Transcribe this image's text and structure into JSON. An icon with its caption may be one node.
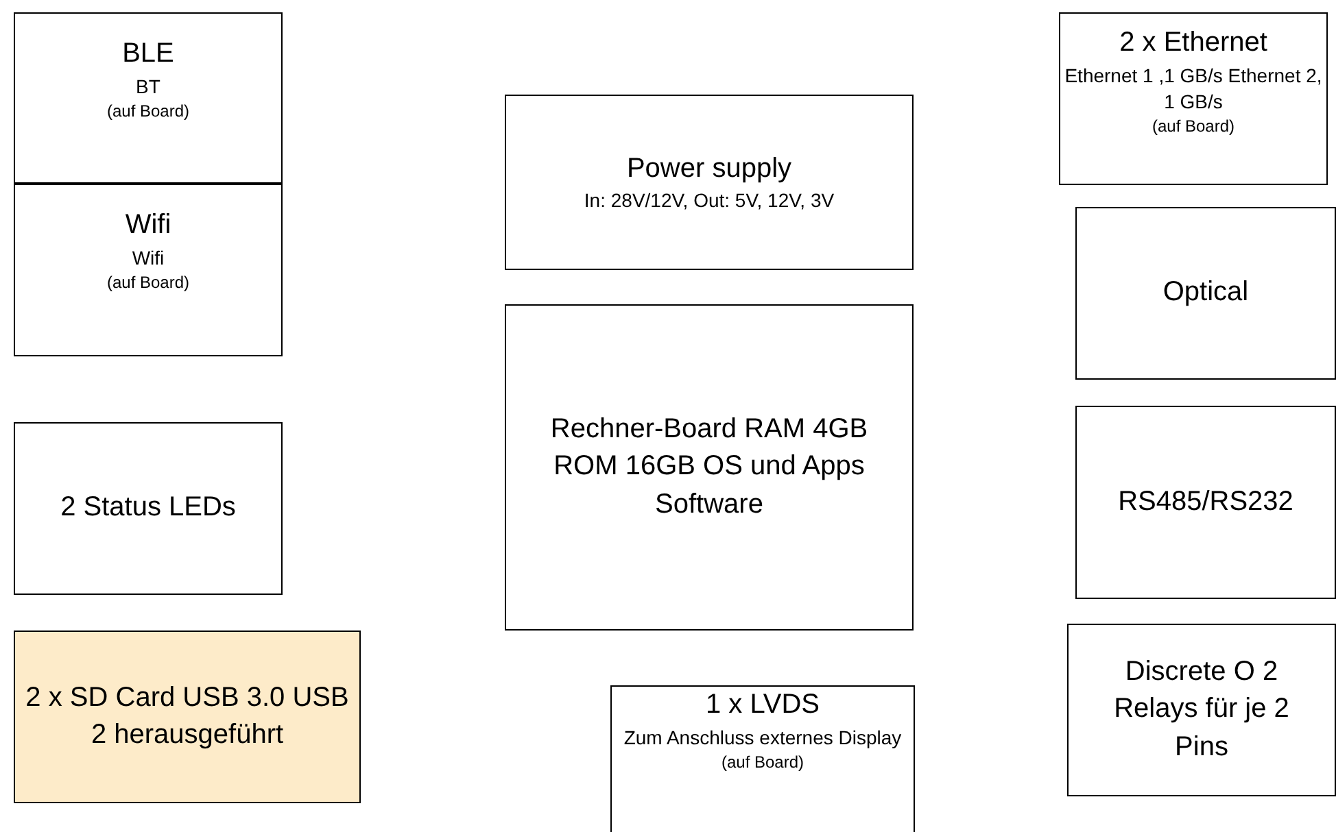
{
  "diagram": {
    "nodes": [
      {
        "text": [
          "BLE",
          "BT",
          "(auf Board)"
        ]
      },
      {
        "text": [
          "Wifi",
          "Wifi",
          "(auf Board)"
        ]
      },
      {
        "text": [
          "2 Status LEDs"
        ]
      },
      {
        "text": [
          "2 x SD Card USB 3.0 USB 2 herausgeführt"
        ]
      },
      {
        "text": [
          "Power supply",
          "In: 28V/12V, Out: 5V, 12V, 3V"
        ]
      },
      {
        "text": [
          "Rechner-Board RAM 4GB ROM 16GB OS und Apps Software"
        ]
      },
      {
        "text": [
          "1 x LVDS",
          "Zum Anschluss externes Display",
          "(auf Board)"
        ]
      },
      {
        "text": [
          "2 x Ethernet",
          "Ethernet 1 ,1 GB/s Ethernet 2, 1 GB/s",
          "(auf Board)"
        ]
      },
      {
        "text": [
          "Optical"
        ]
      },
      {
        "text": [
          "RS485/RS232"
        ]
      },
      {
        "text": [
          "Discrete O 2 Relays für je 2 Pins"
        ]
      }
    ]
  }
}
